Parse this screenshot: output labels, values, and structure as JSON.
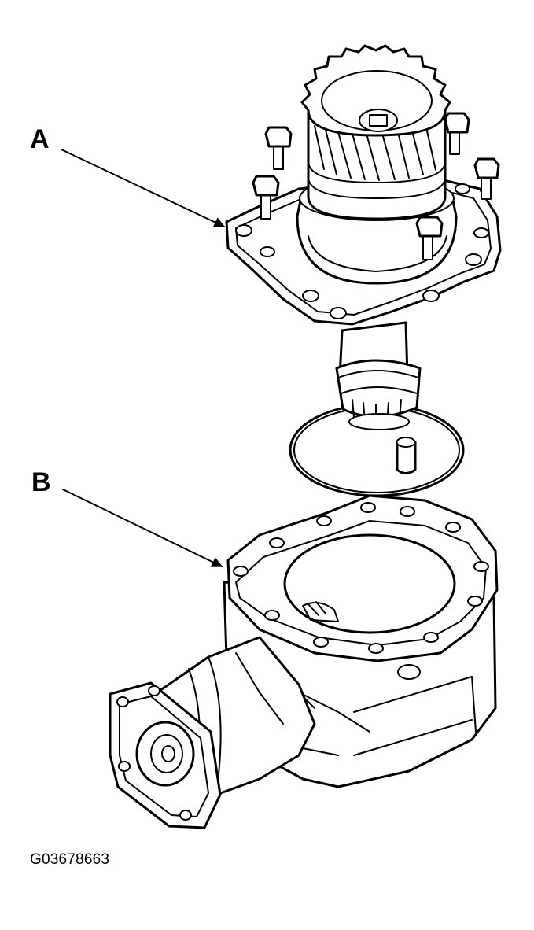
{
  "callouts": {
    "a": "A",
    "b": "B"
  },
  "figure_code": "G03678663",
  "colors": {
    "line": "#000000",
    "background": "#ffffff"
  }
}
